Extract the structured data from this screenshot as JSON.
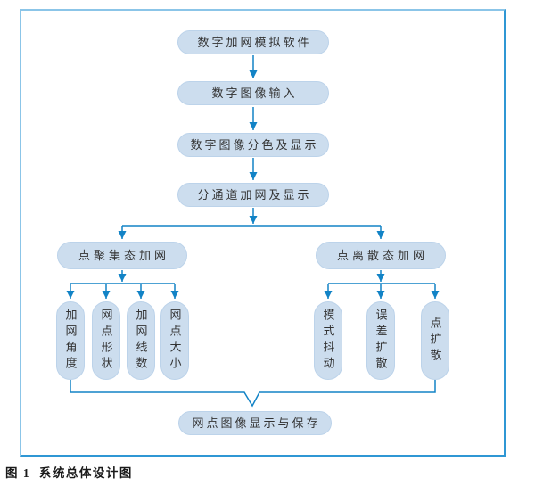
{
  "figure": {
    "caption": "图 1  系统总体设计图"
  },
  "flowchart": {
    "nodes": {
      "software": "数字加网模拟软件",
      "image_input": "数字图像输入",
      "color_separation": "数字图像分色及显示",
      "channel_screening": "分通道加网及显示",
      "clustered": "点聚集态加网",
      "dispersed": "点离散态加网",
      "clustered_params": [
        "加网角度",
        "网点形状",
        "加网线数",
        "网点大小"
      ],
      "dispersed_methods": [
        "模式抖动",
        "误差扩散",
        "点扩散"
      ],
      "output": "网点图像显示与保存"
    }
  },
  "colors": {
    "connector_blue": "#1283c6",
    "node_fill": "#ccddee",
    "node_border": "#bcd3ea",
    "frame_light": "#8bc5e8",
    "frame_dark": "#2f97d4",
    "text": "#333333",
    "caption_text": "#1a1a1a"
  }
}
